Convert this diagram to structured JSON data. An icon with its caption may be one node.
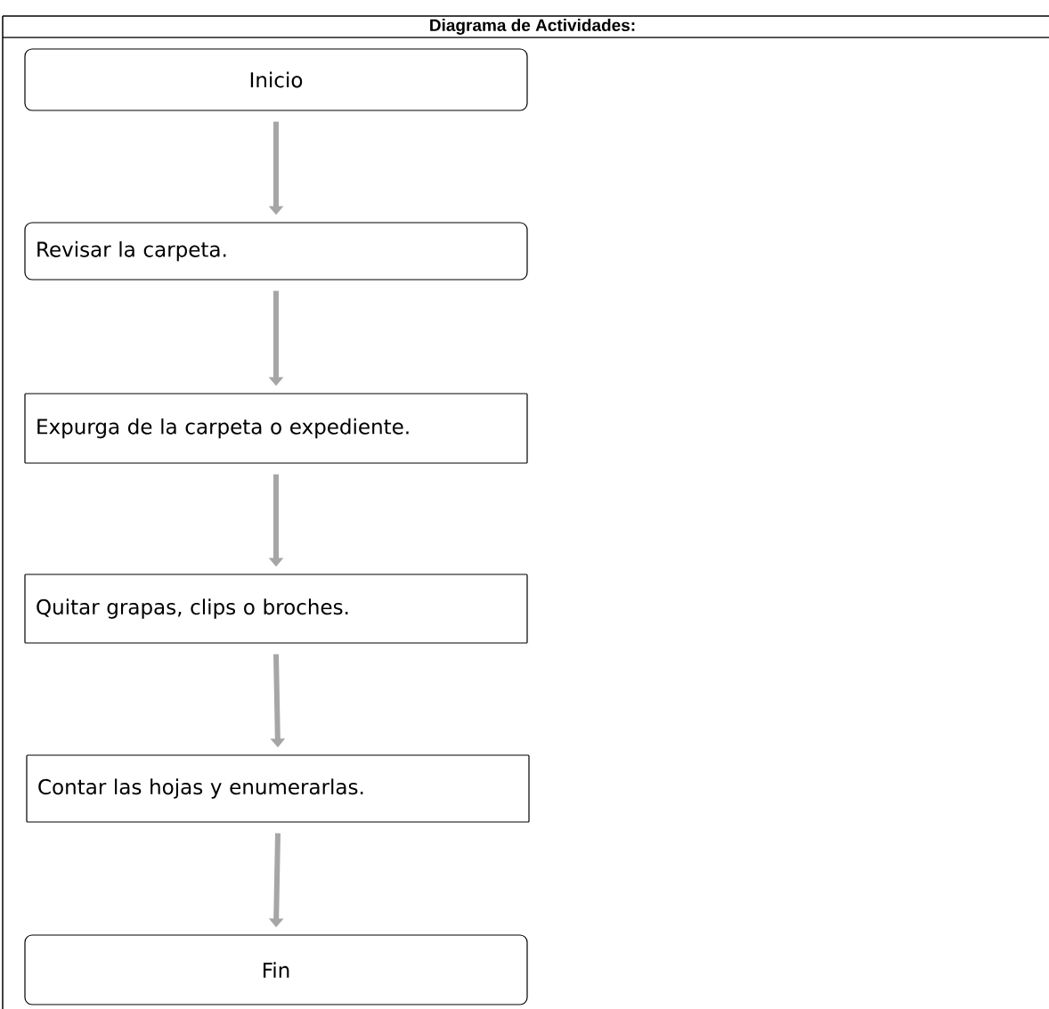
{
  "diagram": {
    "title": "Diagrama de Actividades:",
    "nodes": [
      {
        "text": [
          "Inicio"
        ]
      },
      {
        "text": [
          "Revisar la carpeta."
        ]
      },
      {
        "text": [
          "Expurga de la carpeta o expediente."
        ]
      },
      {
        "text": [
          "Quitar grapas, clips o broches."
        ]
      },
      {
        "text": [
          "Contar las hojas y enumerarlas."
        ]
      },
      {
        "text": [
          "Fin"
        ]
      }
    ],
    "edges": [
      {
        "from": 0,
        "to": 1,
        "arrow": "to"
      },
      {
        "from": 1,
        "to": 2,
        "arrow": "to"
      },
      {
        "from": 2,
        "to": 3,
        "arrow": "to"
      },
      {
        "from": 3,
        "to": 4,
        "arrow": "to"
      },
      {
        "from": 4,
        "to": 5,
        "arrow": "to"
      }
    ]
  }
}
